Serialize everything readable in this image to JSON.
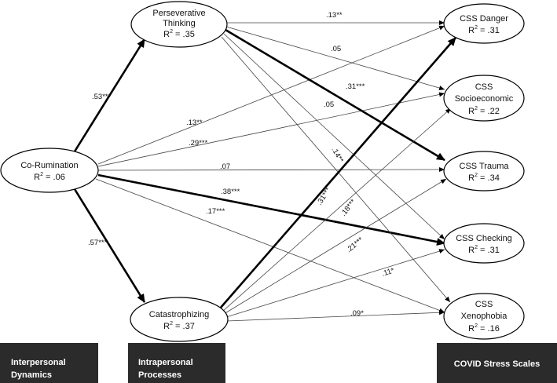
{
  "nodes": {
    "co_rumination": {
      "label": "Co-Rumination",
      "r2": ".06"
    },
    "perseverative": {
      "label_line1": "Perseverative",
      "label_line2": "Thinking",
      "r2": ".35"
    },
    "catastrophizing": {
      "label": "Catastrophizing",
      "r2": ".37"
    },
    "danger": {
      "label": "CSS Danger",
      "r2": ".31"
    },
    "socioeconomic": {
      "label_line1": "CSS",
      "label_line2": "Socioeconomic",
      "r2": ".22"
    },
    "trauma": {
      "label": "CSS Trauma",
      "r2": ".34"
    },
    "checking": {
      "label": "CSS Checking",
      "r2": ".31"
    },
    "xenophobia": {
      "label_line1": "CSS",
      "label_line2": "Xenophobia",
      "r2": ".16"
    }
  },
  "r2_prefix": "R",
  "r2_superscript": "2",
  "r2_equals": " = ",
  "edges": [
    {
      "id": "co-pt",
      "from": "co_rumination",
      "to": "perseverative",
      "label": ".53***",
      "bold": true
    },
    {
      "id": "co-cat",
      "from": "co_rumination",
      "to": "catastrophizing",
      "label": ".57***",
      "bold": true
    },
    {
      "id": "co-soc",
      "from": "co_rumination",
      "to": "socioeconomic",
      "label": ".29***",
      "bold": false
    },
    {
      "id": "co-dan",
      "from": "co_rumination",
      "to": "danger",
      "label": ".13**",
      "bold": false
    },
    {
      "id": "co-tra",
      "from": "co_rumination",
      "to": "trauma",
      "label": ".07",
      "bold": false
    },
    {
      "id": "co-che",
      "from": "co_rumination",
      "to": "checking",
      "label": ".38***",
      "bold": true
    },
    {
      "id": "co-xen",
      "from": "co_rumination",
      "to": "xenophobia",
      "label": ".17***",
      "bold": false
    },
    {
      "id": "pt-dan",
      "from": "perseverative",
      "to": "danger",
      "label": ".13**",
      "bold": false
    },
    {
      "id": "pt-soc",
      "from": "perseverative",
      "to": "socioeconomic",
      "label": ".05",
      "bold": false
    },
    {
      "id": "pt-tra",
      "from": "perseverative",
      "to": "trauma",
      "label": ".31***",
      "bold": true
    },
    {
      "id": "pt-che",
      "from": "perseverative",
      "to": "checking",
      "label": ".05",
      "bold": false
    },
    {
      "id": "pt-xen",
      "from": "perseverative",
      "to": "xenophobia",
      "label": ".14**",
      "bold": false
    },
    {
      "id": "cat-dan",
      "from": "catastrophizing",
      "to": "danger",
      "label": ".31***",
      "bold": true
    },
    {
      "id": "cat-soc",
      "from": "catastrophizing",
      "to": "socioeconomic",
      "label": ".18***",
      "bold": false
    },
    {
      "id": "cat-tra",
      "from": "catastrophizing",
      "to": "trauma",
      "label": ".21***",
      "bold": false
    },
    {
      "id": "cat-che",
      "from": "catastrophizing",
      "to": "checking",
      "label": ".11*",
      "bold": false
    },
    {
      "id": "cat-xen",
      "from": "catastrophizing",
      "to": "xenophobia",
      "label": ".09*",
      "bold": false
    }
  ],
  "footer": {
    "interpersonal_line1": "Interpersonal",
    "interpersonal_line2": "Dynamics",
    "intrapersonal_line1": "Intrapersonal",
    "intrapersonal_line2": "Processes",
    "covid": "COVID Stress Scales"
  }
}
